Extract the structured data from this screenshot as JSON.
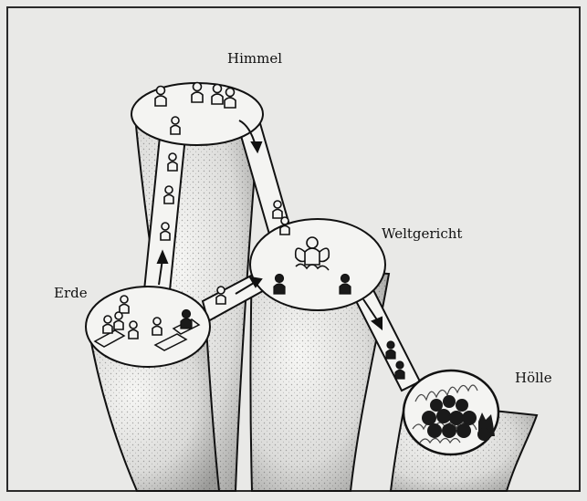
{
  "labels": {
    "heaven": "Himmel",
    "last_judgment": "Weltgericht",
    "earth": "Erde",
    "hell": "Hölle"
  },
  "colors": {
    "background": "#e9e9e7",
    "frame": "#2a2a2a",
    "ink": "#111111",
    "surface": "#f4f4f2",
    "fire": "#555555"
  }
}
